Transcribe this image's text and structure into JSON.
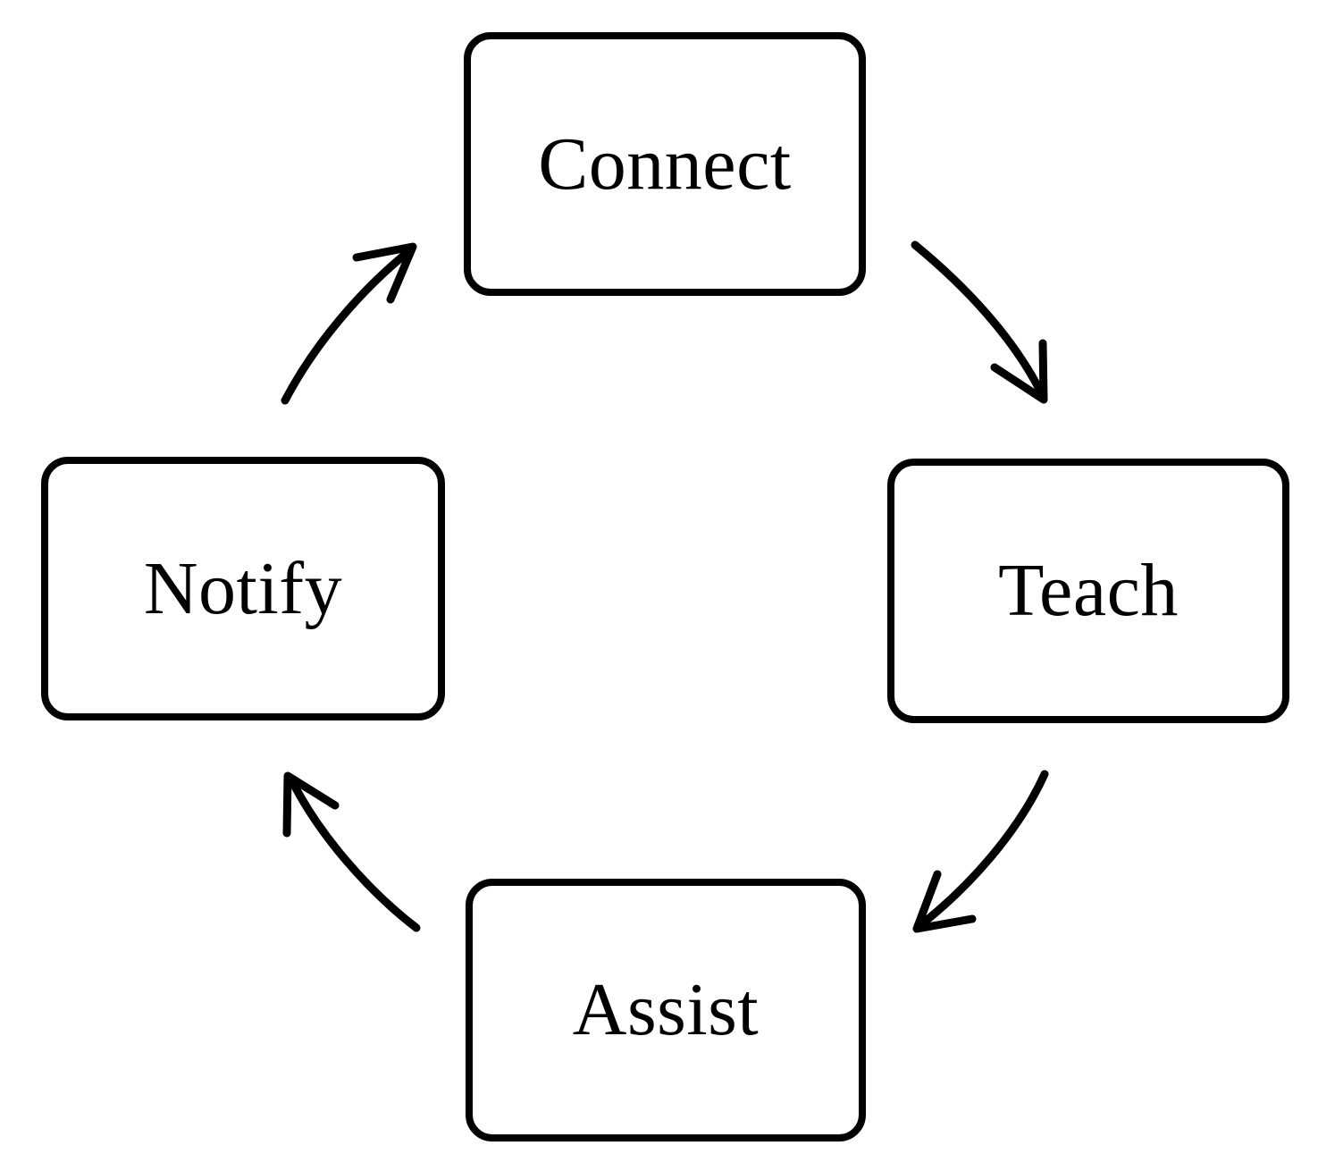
{
  "diagram": {
    "type": "cycle-flow-diagram",
    "title": "",
    "background_color": "#ffffff",
    "stroke_color": "#000000",
    "nodes": [
      {
        "id": "connect",
        "label": "Connect",
        "position": "top"
      },
      {
        "id": "teach",
        "label": "Teach",
        "position": "right"
      },
      {
        "id": "assist",
        "label": "Assist",
        "position": "bottom"
      },
      {
        "id": "notify",
        "label": "Notify",
        "position": "left"
      }
    ],
    "edges": [
      {
        "id": "connect-to-teach",
        "from": "connect",
        "to": "teach",
        "style": "curved-arrow",
        "direction": "clockwise"
      },
      {
        "id": "teach-to-assist",
        "from": "teach",
        "to": "assist",
        "style": "curved-arrow",
        "direction": "clockwise"
      },
      {
        "id": "assist-to-notify",
        "from": "assist",
        "to": "notify",
        "style": "curved-arrow",
        "direction": "clockwise"
      },
      {
        "id": "notify-to-connect",
        "from": "notify",
        "to": "connect",
        "style": "curved-arrow",
        "direction": "clockwise"
      }
    ]
  }
}
